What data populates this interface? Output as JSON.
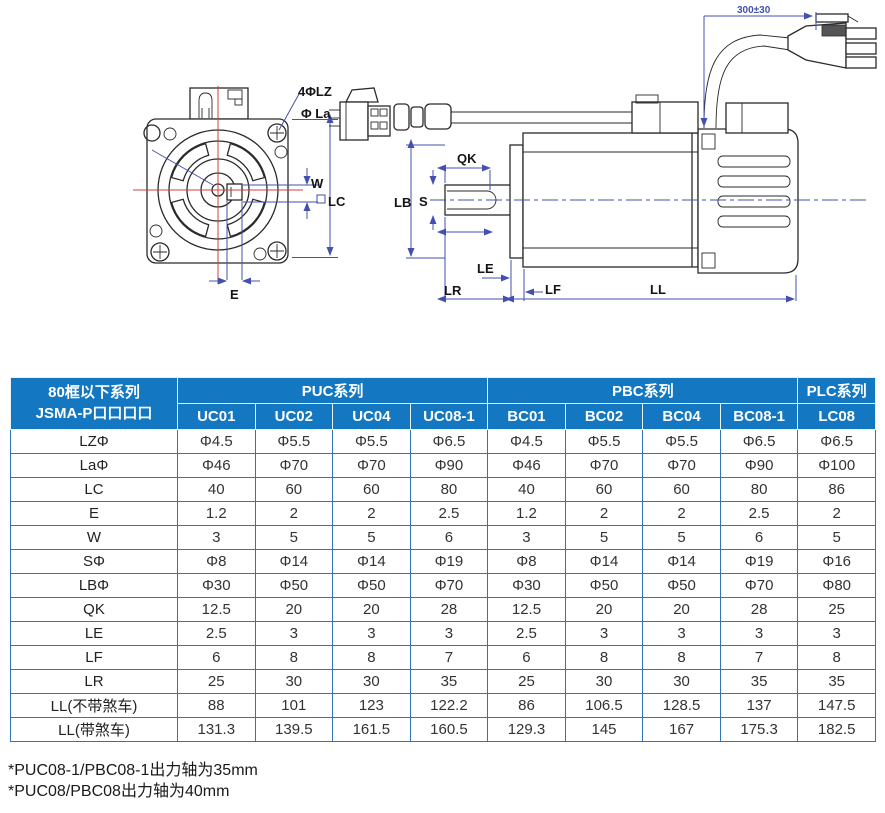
{
  "colors": {
    "header_bg": "#1377c2",
    "table_border": "#2f74b5",
    "dim_line": "#4350af",
    "center_line": "#cc4040"
  },
  "drawing": {
    "front_labels": {
      "lz": "4ΦLZ",
      "la": "Φ La",
      "w": "W",
      "lc": "LC",
      "e": "E"
    },
    "side_labels": {
      "qk": "QK",
      "s": "S",
      "lb": "LB",
      "le": "LE",
      "lr": "LR",
      "lf": "LF",
      "ll": "LL",
      "cable": "300±30"
    }
  },
  "table": {
    "corner": {
      "line1": "80框以下系列",
      "line2": "JSMA-P口口口口"
    },
    "groups": [
      {
        "label": "PUC系列",
        "span": 4
      },
      {
        "label": "PBC系列",
        "span": 4
      },
      {
        "label": "PLC系列",
        "span": 1
      }
    ],
    "columns": [
      "UC01",
      "UC02",
      "UC04",
      "UC08-1",
      "BC01",
      "BC02",
      "BC04",
      "BC08-1",
      "LC08"
    ],
    "rows": [
      {
        "label": "LZΦ",
        "values": [
          "Φ4.5",
          "Φ5.5",
          "Φ5.5",
          "Φ6.5",
          "Φ4.5",
          "Φ5.5",
          "Φ5.5",
          "Φ6.5",
          "Φ6.5"
        ]
      },
      {
        "label": "LaΦ",
        "values": [
          "Φ46",
          "Φ70",
          "Φ70",
          "Φ90",
          "Φ46",
          "Φ70",
          "Φ70",
          "Φ90",
          "Φ100"
        ]
      },
      {
        "label": "LC",
        "values": [
          "40",
          "60",
          "60",
          "80",
          "40",
          "60",
          "60",
          "80",
          "86"
        ]
      },
      {
        "label": "E",
        "values": [
          "1.2",
          "2",
          "2",
          "2.5",
          "1.2",
          "2",
          "2",
          "2.5",
          "2"
        ]
      },
      {
        "label": "W",
        "values": [
          "3",
          "5",
          "5",
          "6",
          "3",
          "5",
          "5",
          "6",
          "5"
        ]
      },
      {
        "label": "SΦ",
        "values": [
          "Φ8",
          "Φ14",
          "Φ14",
          "Φ19",
          "Φ8",
          "Φ14",
          "Φ14",
          "Φ19",
          "Φ16"
        ]
      },
      {
        "label": "LBΦ",
        "values": [
          "Φ30",
          "Φ50",
          "Φ50",
          "Φ70",
          "Φ30",
          "Φ50",
          "Φ50",
          "Φ70",
          "Φ80"
        ]
      },
      {
        "label": "QK",
        "values": [
          "12.5",
          "20",
          "20",
          "28",
          "12.5",
          "20",
          "20",
          "28",
          "25"
        ]
      },
      {
        "label": "LE",
        "values": [
          "2.5",
          "3",
          "3",
          "3",
          "2.5",
          "3",
          "3",
          "3",
          "3"
        ]
      },
      {
        "label": "LF",
        "values": [
          "6",
          "8",
          "8",
          "7",
          "6",
          "8",
          "8",
          "7",
          "8"
        ]
      },
      {
        "label": "LR",
        "values": [
          "25",
          "30",
          "30",
          "35",
          "25",
          "30",
          "30",
          "35",
          "35"
        ]
      },
      {
        "label": "LL(不带煞车)",
        "values": [
          "88",
          "101",
          "123",
          "122.2",
          "86",
          "106.5",
          "128.5",
          "137",
          "147.5"
        ]
      },
      {
        "label": "LL(带煞车)",
        "values": [
          "131.3",
          "139.5",
          "161.5",
          "160.5",
          "129.3",
          "145",
          "167",
          "175.3",
          "182.5"
        ]
      }
    ]
  },
  "footnotes": [
    "*PUC08-1/PBC08-1出力轴为35mm",
    "*PUC08/PBC08出力轴为40mm"
  ]
}
